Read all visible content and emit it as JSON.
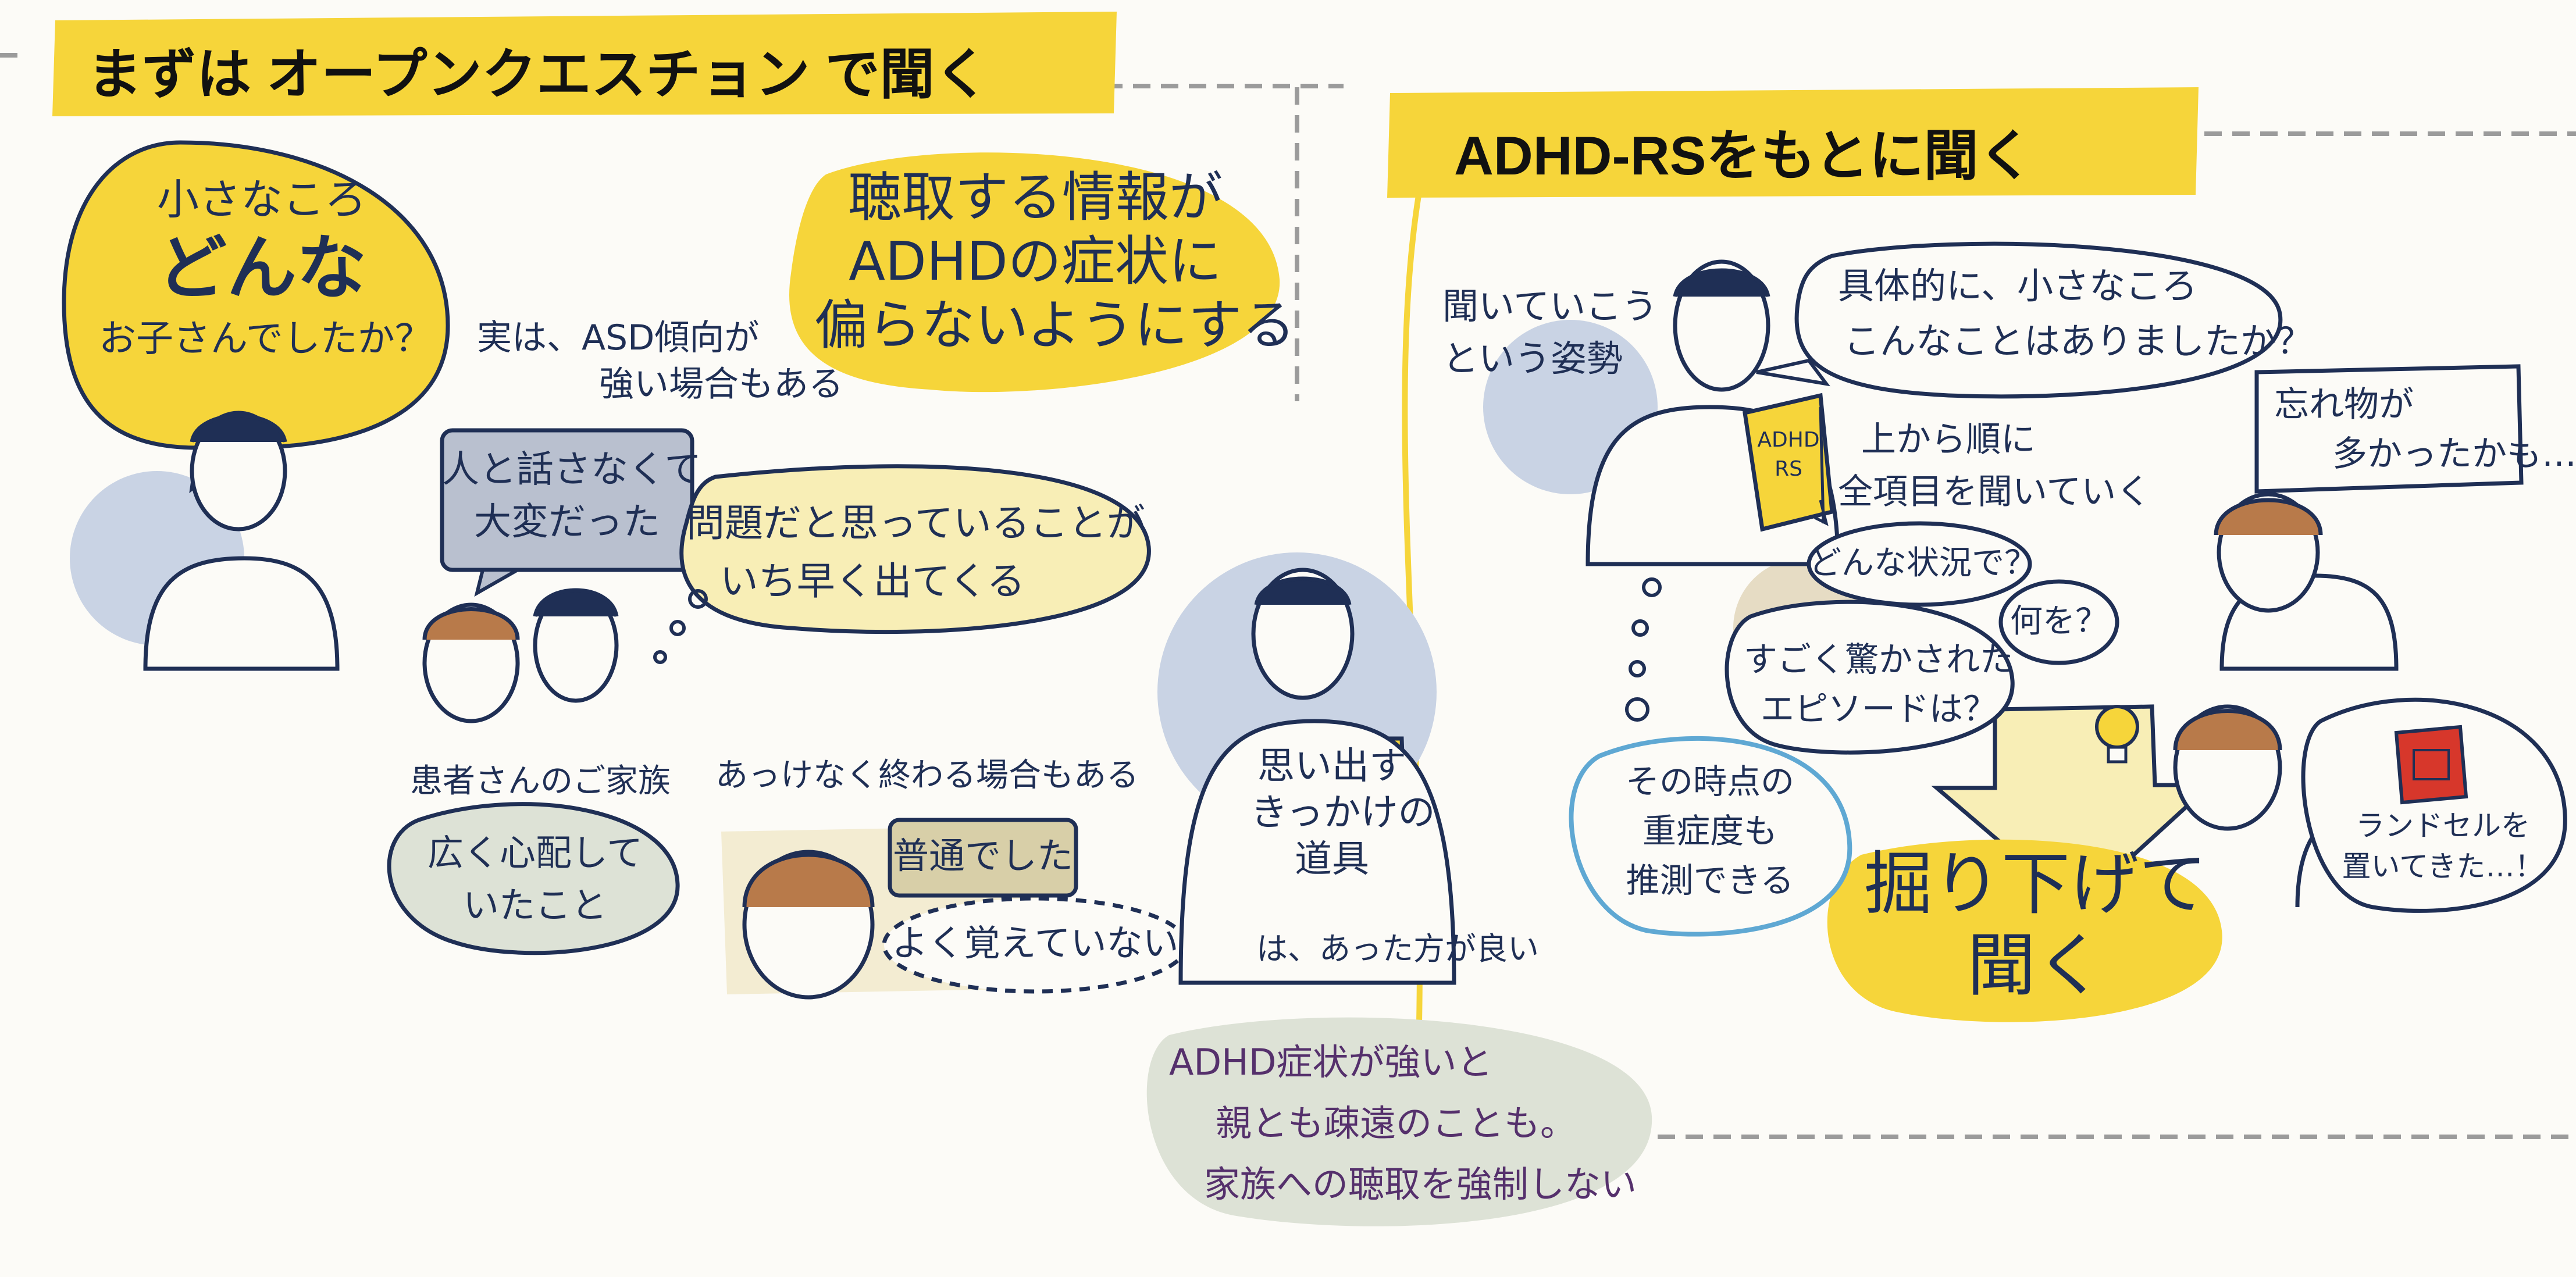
{
  "left": {
    "title": "まずは オープンクエスチョン で聞く",
    "doctor_question": [
      "小さなころ",
      "どんな",
      "お子さんでしたか？"
    ],
    "aim": [
      "聴取する情報が",
      "ADHDの症状に",
      "偏らないようにする"
    ],
    "asd_note": [
      "実は、ASD傾向が",
      "強い場合もある"
    ],
    "family_speech": [
      "人と話さなくて",
      "大変だった"
    ],
    "thought": [
      "問題だと思っていることが",
      "いち早く出てくる"
    ],
    "family_label": "患者さんのご家族",
    "worry": [
      "広く心配して",
      "いたこと"
    ],
    "short_note": "あっけなく終わる場合もある",
    "normal": "普通でした",
    "not_remember": "よく覚えていない",
    "tool_card": [
      "思い出す",
      "きっかけの",
      "道具"
    ],
    "tool_caption": "は、あった方が良い",
    "caution": [
      "ADHD症状が強いと",
      "親とも疎遠のことも。",
      "家族への聴取を強制しない"
    ]
  },
  "right": {
    "title": "ADHD-RSをもとに聞く",
    "stance": [
      "聞いていこう",
      "という姿勢"
    ],
    "clipboard": [
      "ADHD",
      "RS"
    ],
    "question": [
      "具体的に、小さなころ",
      "こんなことはありましたか？"
    ],
    "order": [
      "上から順に",
      "全項目を聞いていく"
    ],
    "situation": "どんな状況で？",
    "what": "何を？",
    "episode": [
      "すごく驚かされた",
      "エピソードは？"
    ],
    "severity": [
      "その時点の",
      "重症度も",
      "推測できる"
    ],
    "forgot": [
      "忘れ物が",
      "多かったかも…"
    ],
    "randoseru": [
      "ランドセルを",
      "置いてきた…！"
    ],
    "dig": [
      "掘り下げて",
      "聞く"
    ]
  },
  "colors": {
    "yellow": "#f6d53a",
    "pale_yellow": "#f8eeb6",
    "blue_shade": "#c9d3e4",
    "green_gray": "#dde2d6",
    "ink": "#1f2f55",
    "red": "#d7372b",
    "purple": "#55306c"
  }
}
